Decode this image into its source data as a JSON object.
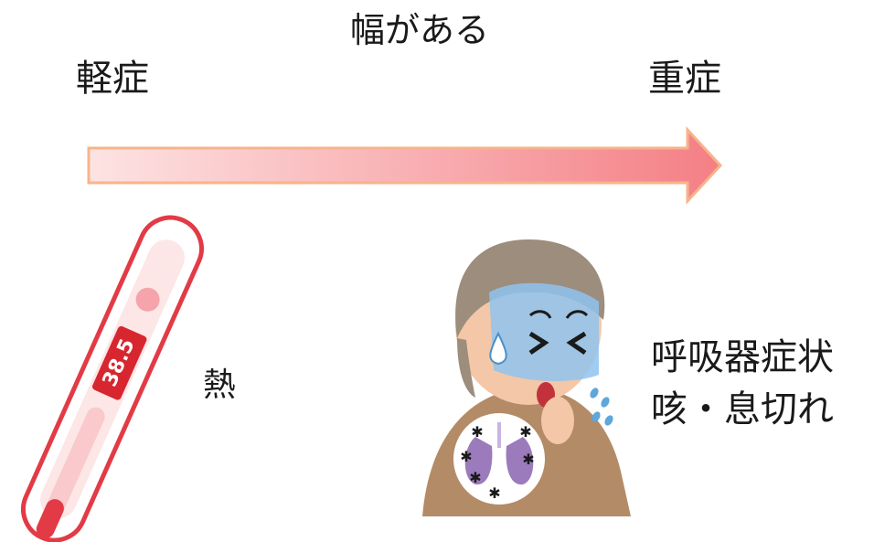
{
  "header": {
    "title": "幅がある"
  },
  "scale": {
    "mild_label": "軽症",
    "severe_label": "重症"
  },
  "fever": {
    "label": "熱",
    "thermometer_reading": "38.5"
  },
  "respiratory": {
    "heading": "呼吸器症状",
    "symptoms": "咳・息切れ"
  },
  "colors": {
    "arrow_start": "#fcdcdc",
    "arrow_end": "#f47f85",
    "arrow_stroke": "#f7b48a",
    "thermometer_red": "#e23b46"
  }
}
